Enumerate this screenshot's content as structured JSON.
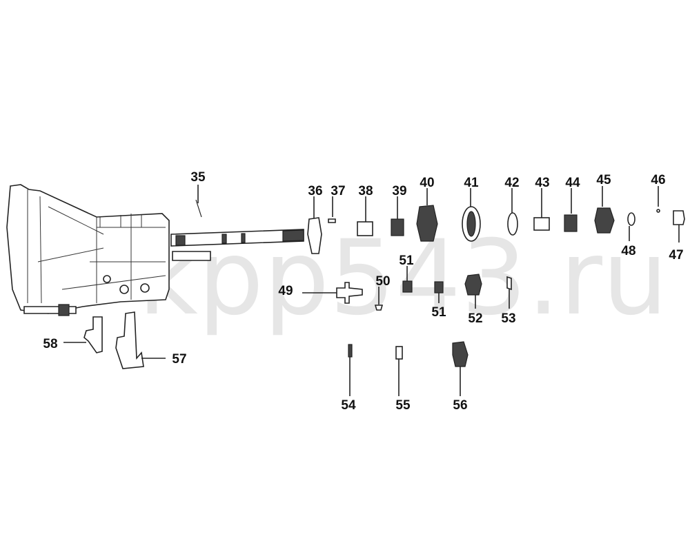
{
  "watermark": "kpp543.ru",
  "labels": {
    "l35": "35",
    "l36": "36",
    "l37": "37",
    "l38": "38",
    "l39": "39",
    "l40": "40",
    "l41": "41",
    "l42": "42",
    "l43": "43",
    "l44": "44",
    "l45": "45",
    "l46": "46",
    "l47": "47",
    "l48": "48",
    "l49": "49",
    "l50": "50",
    "l51a": "51",
    "l51b": "51",
    "l52": "52",
    "l53": "53",
    "l54": "54",
    "l55": "55",
    "l56": "56",
    "l57": "57",
    "l58": "58"
  }
}
